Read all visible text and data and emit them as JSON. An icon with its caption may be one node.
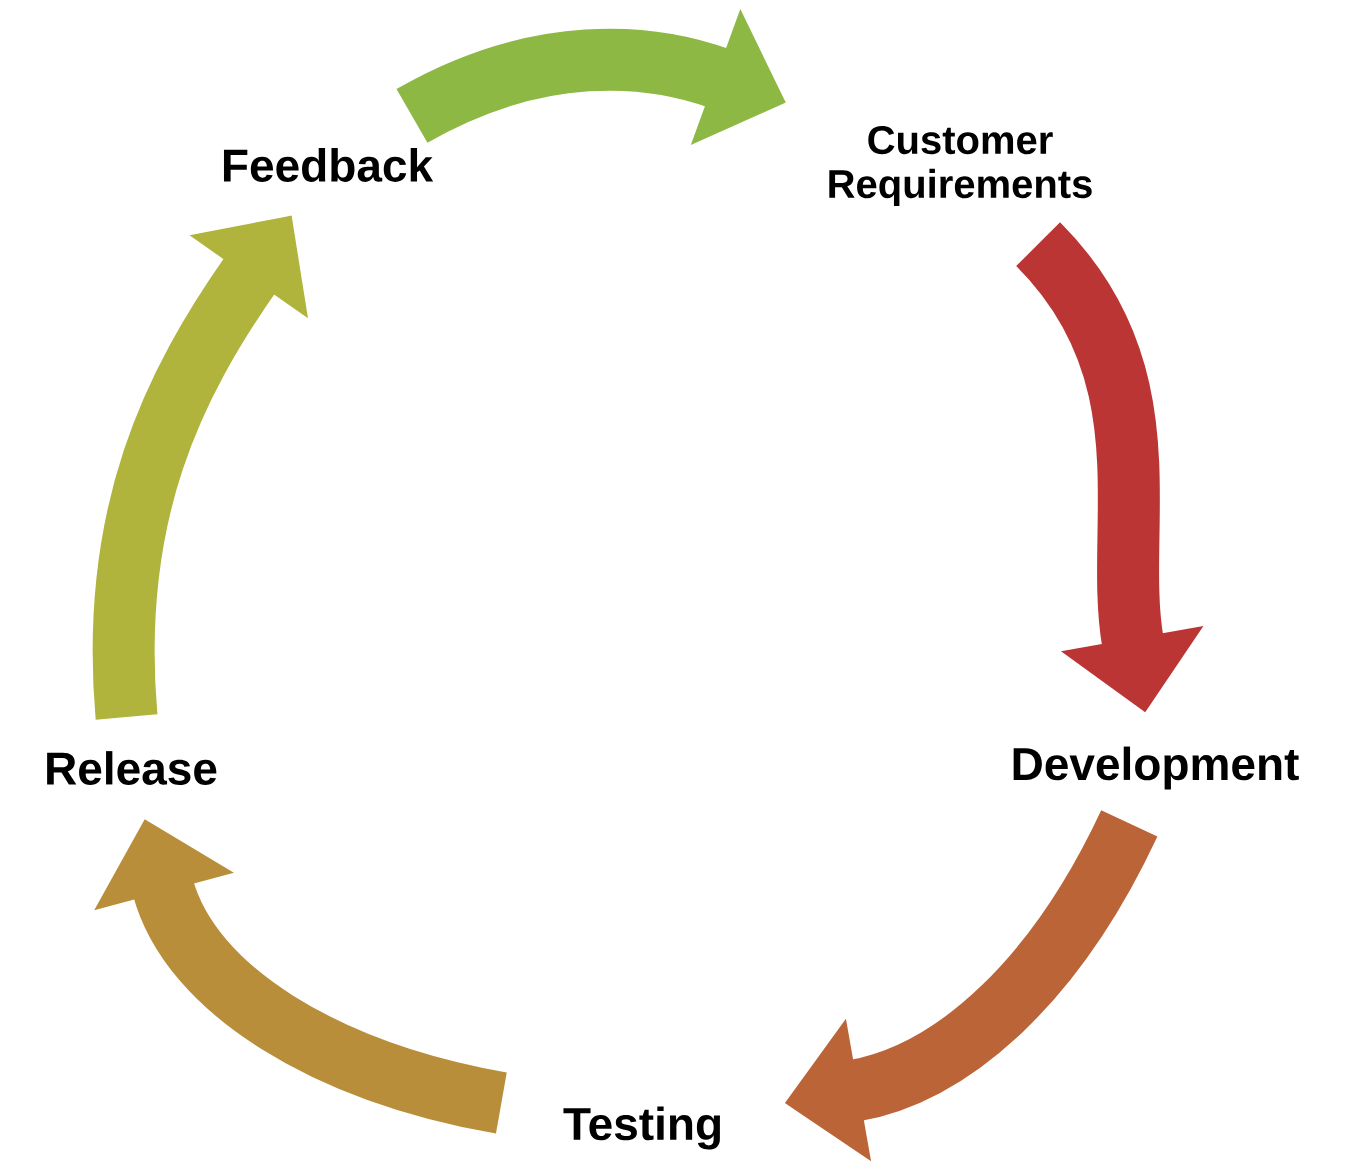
{
  "diagram": {
    "nodes": [
      {
        "text": [
          "Feedback"
        ]
      },
      {
        "text": [
          "Customer Requirements"
        ]
      },
      {
        "text": [
          "Development"
        ]
      },
      {
        "text": [
          "Testing"
        ]
      },
      {
        "text": [
          "Release"
        ]
      }
    ],
    "edges": [
      {
        "from": 0,
        "to": 1,
        "arrow": "to",
        "color": "#8db843"
      },
      {
        "from": 1,
        "to": 2,
        "arrow": "to",
        "color": "#bb3535"
      },
      {
        "from": 2,
        "to": 3,
        "arrow": "to",
        "color": "#bb6438"
      },
      {
        "from": 3,
        "to": 4,
        "arrow": "to",
        "color": "#b88e3a"
      },
      {
        "from": 4,
        "to": 0,
        "arrow": "to",
        "color": "#b0b43c"
      }
    ]
  }
}
